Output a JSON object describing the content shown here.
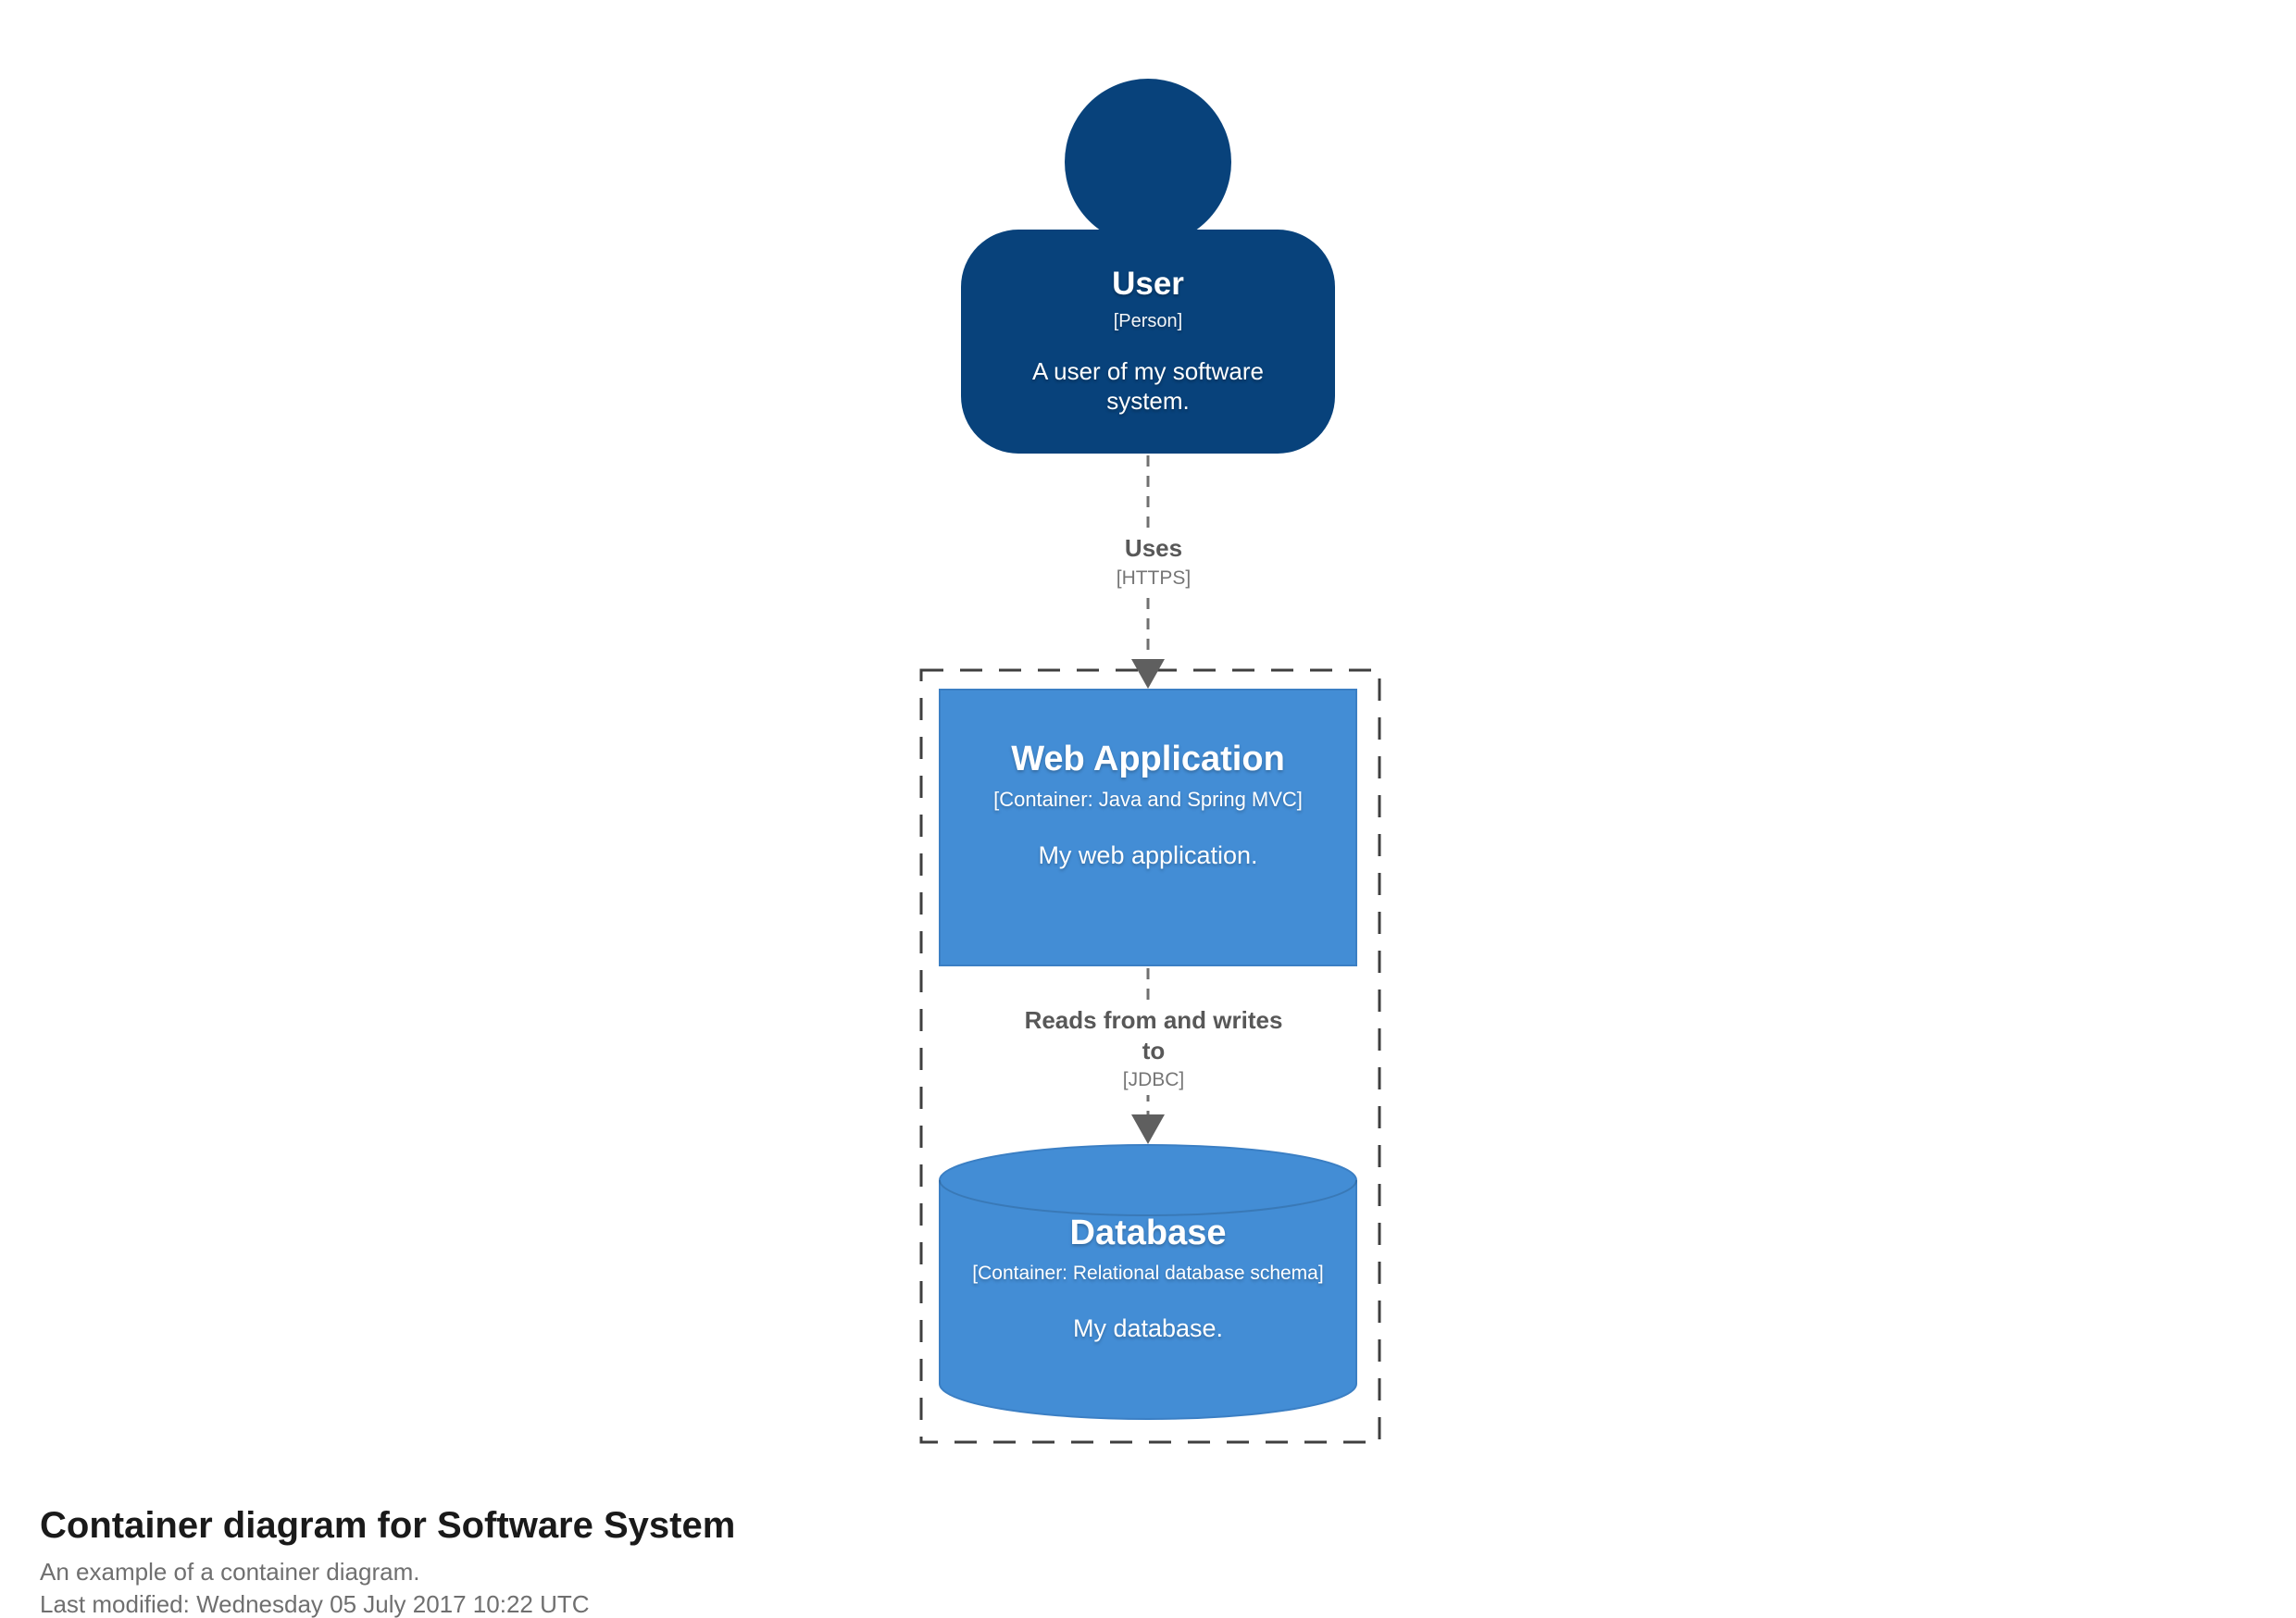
{
  "person": {
    "name": "User",
    "type": "[Person]",
    "description": "A user of my software system."
  },
  "relationships": {
    "uses": {
      "label": "Uses",
      "technology": "[HTTPS]"
    },
    "reads": {
      "label": "Reads from and writes to",
      "technology": "[JDBC]"
    }
  },
  "web_application": {
    "name": "Web Application",
    "type": "[Container: Java and Spring MVC]",
    "description": "My web application."
  },
  "database": {
    "name": "Database",
    "type": "[Container: Relational database schema]",
    "description": "My database."
  },
  "footer": {
    "title": "Container diagram for Software System",
    "subtitle": "An example of a container diagram.",
    "modified": "Last modified: Wednesday 05 July 2017 10:22 UTC"
  },
  "colors": {
    "person_fill": "#08427b",
    "container_fill": "#438dd5",
    "container_border": "#3b7fc4",
    "relationship": "#707070",
    "arrowhead": "#5f5f5f",
    "boundary": "#3f3f3f",
    "title_text": "#1a1a1a",
    "muted_text": "#6f6f6f"
  }
}
